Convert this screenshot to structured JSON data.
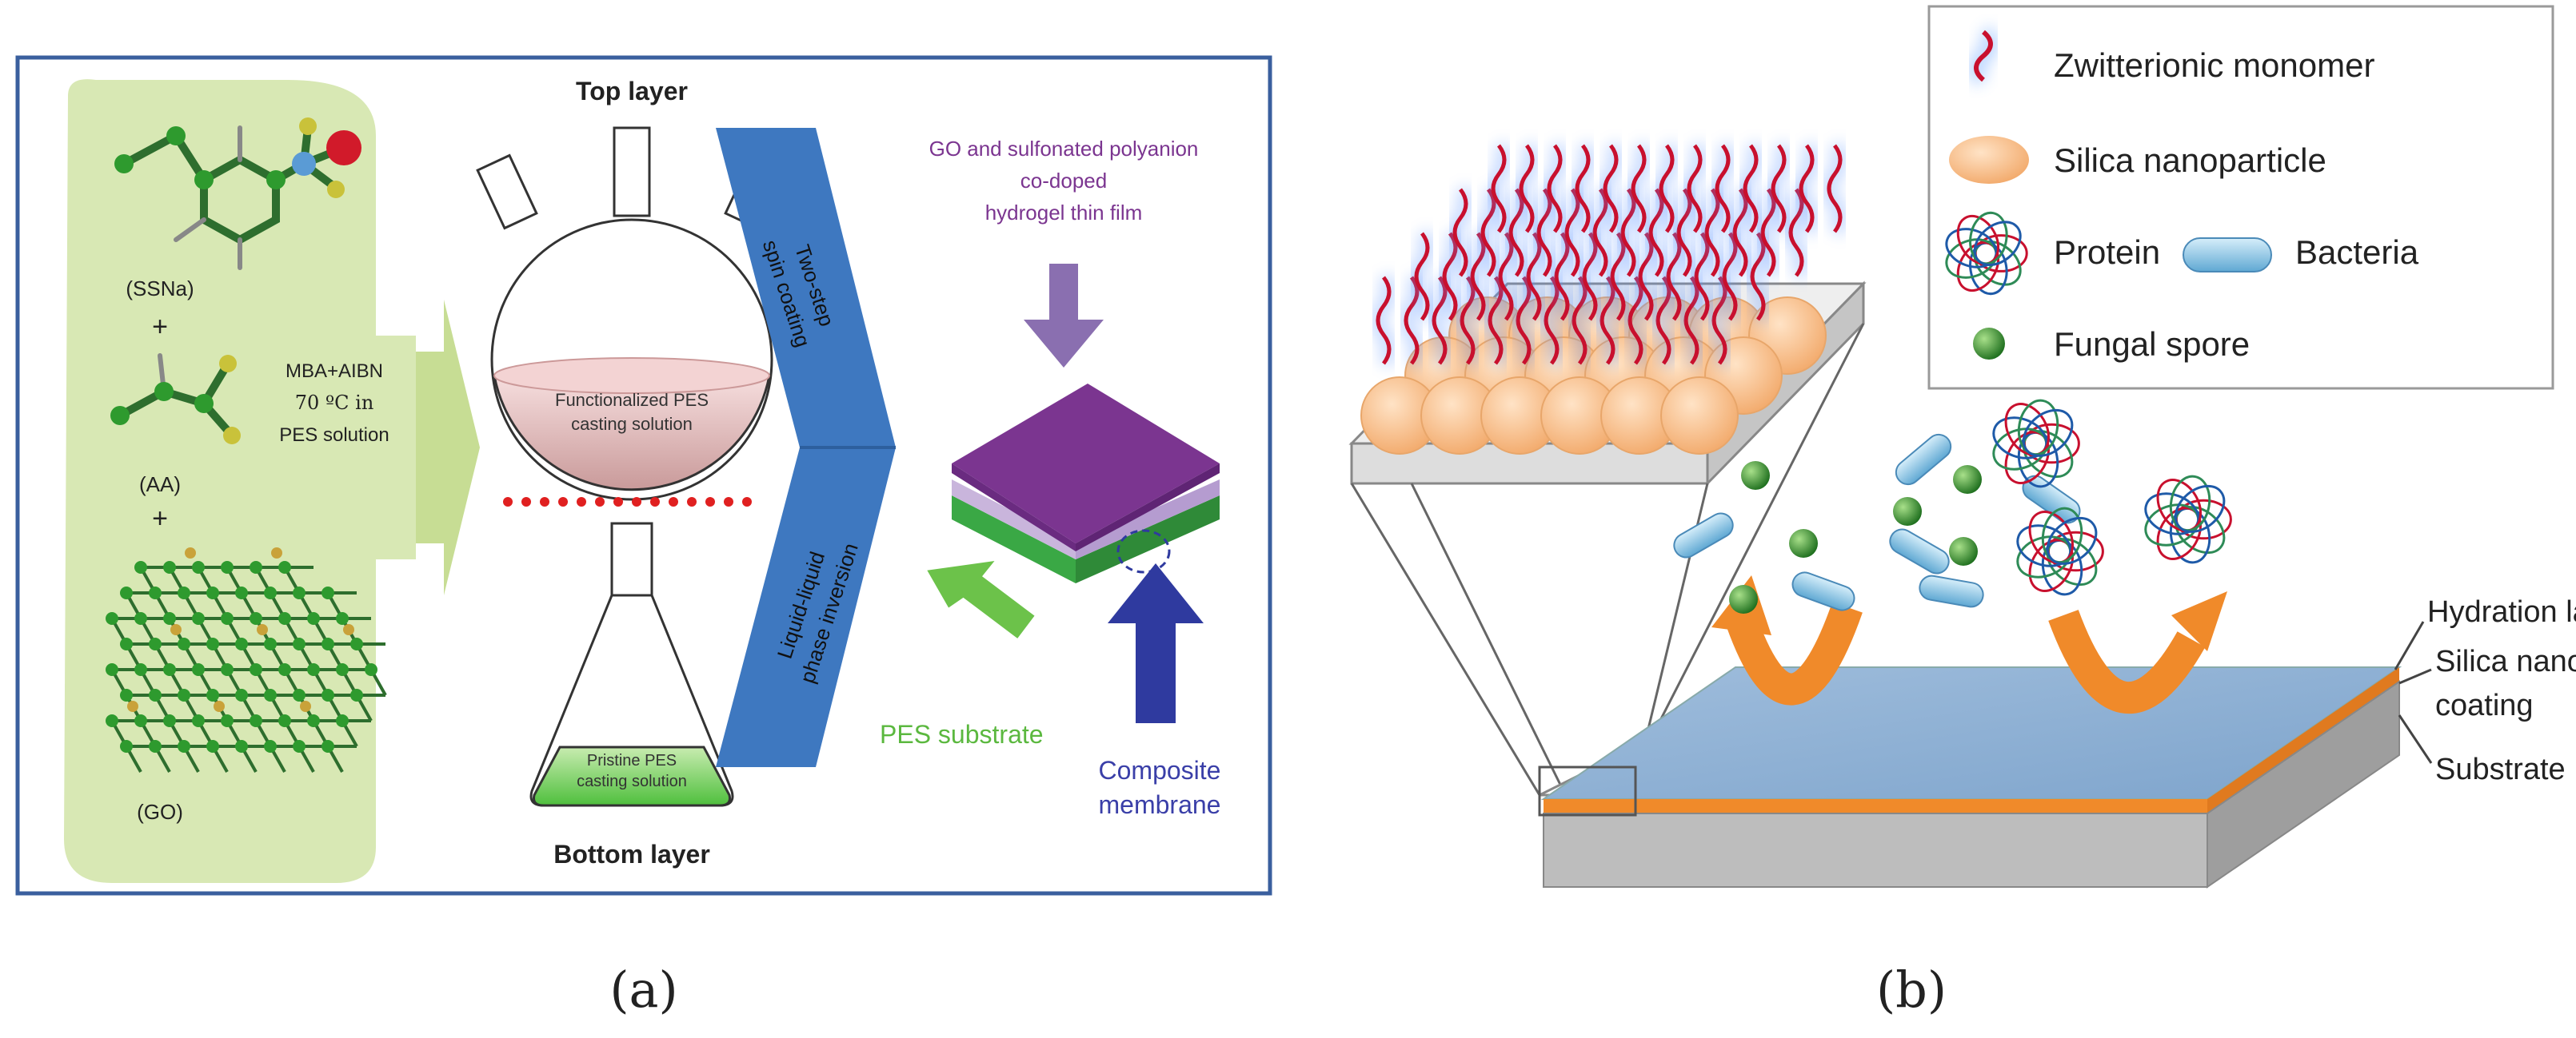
{
  "panel_a": {
    "label": "(a)",
    "colors": {
      "frame": "#3a5f9e",
      "blob": "#d8e8b4",
      "green": "#3aa845",
      "purple": "#7b3590",
      "lavender": "#c9b5dc",
      "blue": "#3e78c0",
      "navy": "#2f3a9f"
    },
    "molecules": {
      "ssna": "(SSNa)",
      "plus1": "+",
      "aa": "(AA)",
      "plus2": "+",
      "go": "(GO)"
    },
    "reaction": {
      "line1": "MBA+AIBN",
      "line2": "70 ºC in",
      "line3": "PES solution"
    },
    "top_layer": "Top layer",
    "bottom_layer": "Bottom layer",
    "flask_top": {
      "line1": "Functionalized PES",
      "line2": "casting solution"
    },
    "flask_bottom": {
      "line1": "Pristine PES",
      "line2": "casting solution"
    },
    "chevron_top": {
      "line1": "Two-step",
      "line2": "spin coating"
    },
    "chevron_bottom": {
      "line1": "Liquid-liquid",
      "line2": "phase inversion"
    },
    "go_film": {
      "line1": "GO and sulfonated polyanion",
      "line2": "co-doped",
      "line3": "hydrogel thin film"
    },
    "pes_substrate": "PES substrate",
    "composite": {
      "line1": "Composite",
      "line2": "membrane"
    }
  },
  "panel_b": {
    "label": "(b)",
    "colors": {
      "monomer": "#c8102e",
      "silica": "#f6c08e",
      "bacteria": "#8fc8e8",
      "spore": "#2e8b2e",
      "arrow": "#f08a2a",
      "hydration": "#aec8e2"
    },
    "legend": {
      "zwitterionic": "Zwitterionic monomer",
      "silica": "Silica nanoparticle",
      "protein": "Protein",
      "bacteria": "Bacteria",
      "spore": "Fungal spore"
    },
    "layers": {
      "hydration": "Hydration layer",
      "silica_line1": "Silica nanoparticle",
      "silica_line2": "coating",
      "substrate": "Substrate"
    }
  }
}
